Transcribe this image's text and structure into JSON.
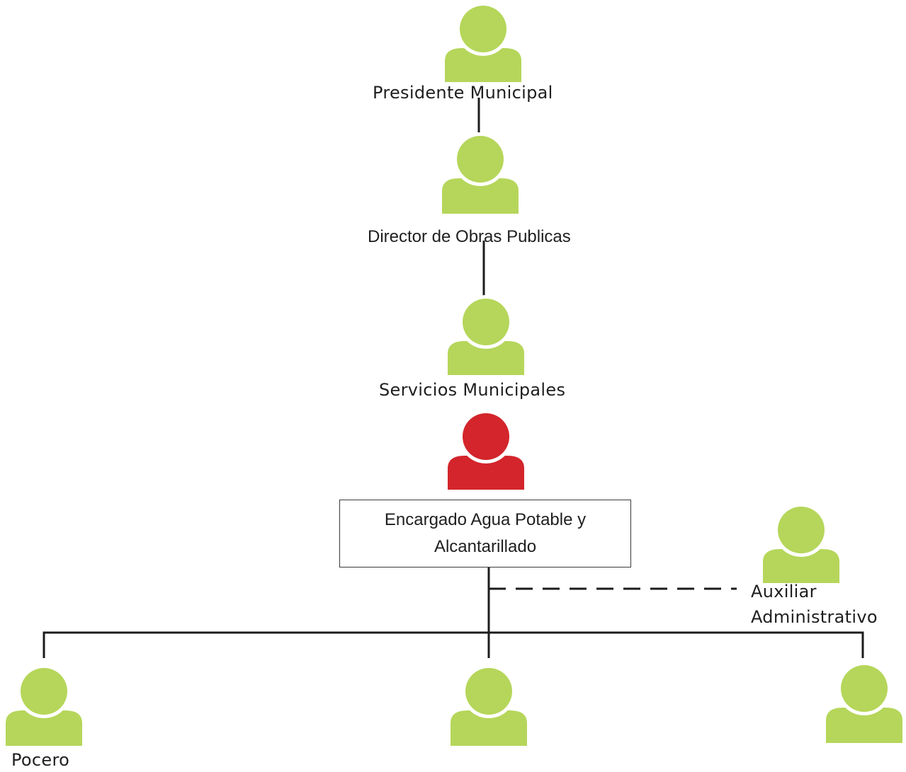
{
  "colors": {
    "person_default": "#b5d65a",
    "person_highlight": "#d3252b",
    "connector": "#1c1c1c",
    "background": "#ffffff"
  },
  "nodes": {
    "presidente": {
      "label": "Presidente Municipal",
      "icon": "person-icon",
      "color": "person_default"
    },
    "director": {
      "label": "Director de Obras Publicas",
      "icon": "person-icon",
      "color": "person_default"
    },
    "servicios": {
      "label": "Servicios Municipales",
      "icon": "person-icon",
      "color": "person_default"
    },
    "encargado": {
      "line1": "Encargado Agua Potable y",
      "line2": "Alcantarillado",
      "icon": "person-icon",
      "color": "person_highlight"
    },
    "auxiliar": {
      "line1": "Auxiliar",
      "line2": "Administrativo",
      "icon": "person-icon",
      "color": "person_default"
    },
    "pocero": {
      "label": "Pocero",
      "icon": "person-icon",
      "color": "person_default"
    },
    "subordinate_center": {
      "label": "",
      "icon": "person-icon",
      "color": "person_default"
    },
    "subordinate_right": {
      "label": "",
      "icon": "person-icon",
      "color": "person_default"
    }
  },
  "edges": [
    {
      "from": "presidente",
      "to": "director",
      "style": "solid"
    },
    {
      "from": "director",
      "to": "servicios",
      "style": "solid"
    },
    {
      "from": "encargado",
      "to": "auxiliar",
      "style": "dashed"
    },
    {
      "from": "encargado",
      "to": "pocero",
      "style": "solid"
    },
    {
      "from": "encargado",
      "to": "subordinate_center",
      "style": "solid"
    },
    {
      "from": "encargado",
      "to": "subordinate_right",
      "style": "solid"
    }
  ]
}
